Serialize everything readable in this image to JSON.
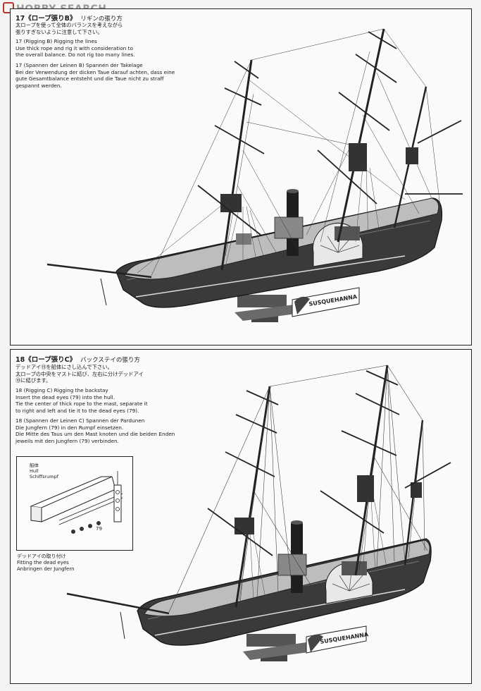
{
  "watermark": {
    "text": "HOBBY SEARCH"
  },
  "step17": {
    "title": "17《ロープ張りB》",
    "subtitle": "リギンの張り方",
    "jp": "太ロープを使って全体のバランスを考えながら\n張りすぎないように注意して下さい。",
    "en": "17 (Rigging B) Rigging the lines\nUse thick rope and rig it with consideration to\nthe overall balance. Do not rig too many lines.",
    "de": "17 (Spannen der Leinen B) Spannen der Takelage\nBei der Verwendung der dicken Taue darauf achten, dass eine\ngute Gesamtbalance entsteht und die Taue nicht zu straff\ngespannt werden.",
    "nameplate": "SUSQUEHANNA"
  },
  "step18": {
    "title": "18《ロープ張りC》",
    "subtitle": "バックステイの張り方",
    "jp": "デッドアイ⑲を船体にさし込んで下さい。\n太ロープの中央をマストに結び、左右に分けデッドアイ\n⑲に結びます。",
    "en": "18 (Rigging C) Rigging the backstay\nInsert the dead eyes (79) into the hull.\nTie the center of thick rope to the mast, separate it\nto right and left and tie it to the dead eyes (79).",
    "de": "18 (Spannen der Leinen C) Spannen der Pardunen\nDie Jungfern (79) in den Rumpf einsetzen.\nDie Mitte des Taus um den Mast knoten und die beiden Enden\njeweils mit den Jungfern (79) verbinden.",
    "inset": {
      "label": "船体\nHull\nSchiffsrumpf",
      "part": "79"
    },
    "caption": "デッドアイの取り付け\nFitting the dead eyes\nAnbringen der Jungfern",
    "nameplate": "SUSQUEHANNA"
  }
}
